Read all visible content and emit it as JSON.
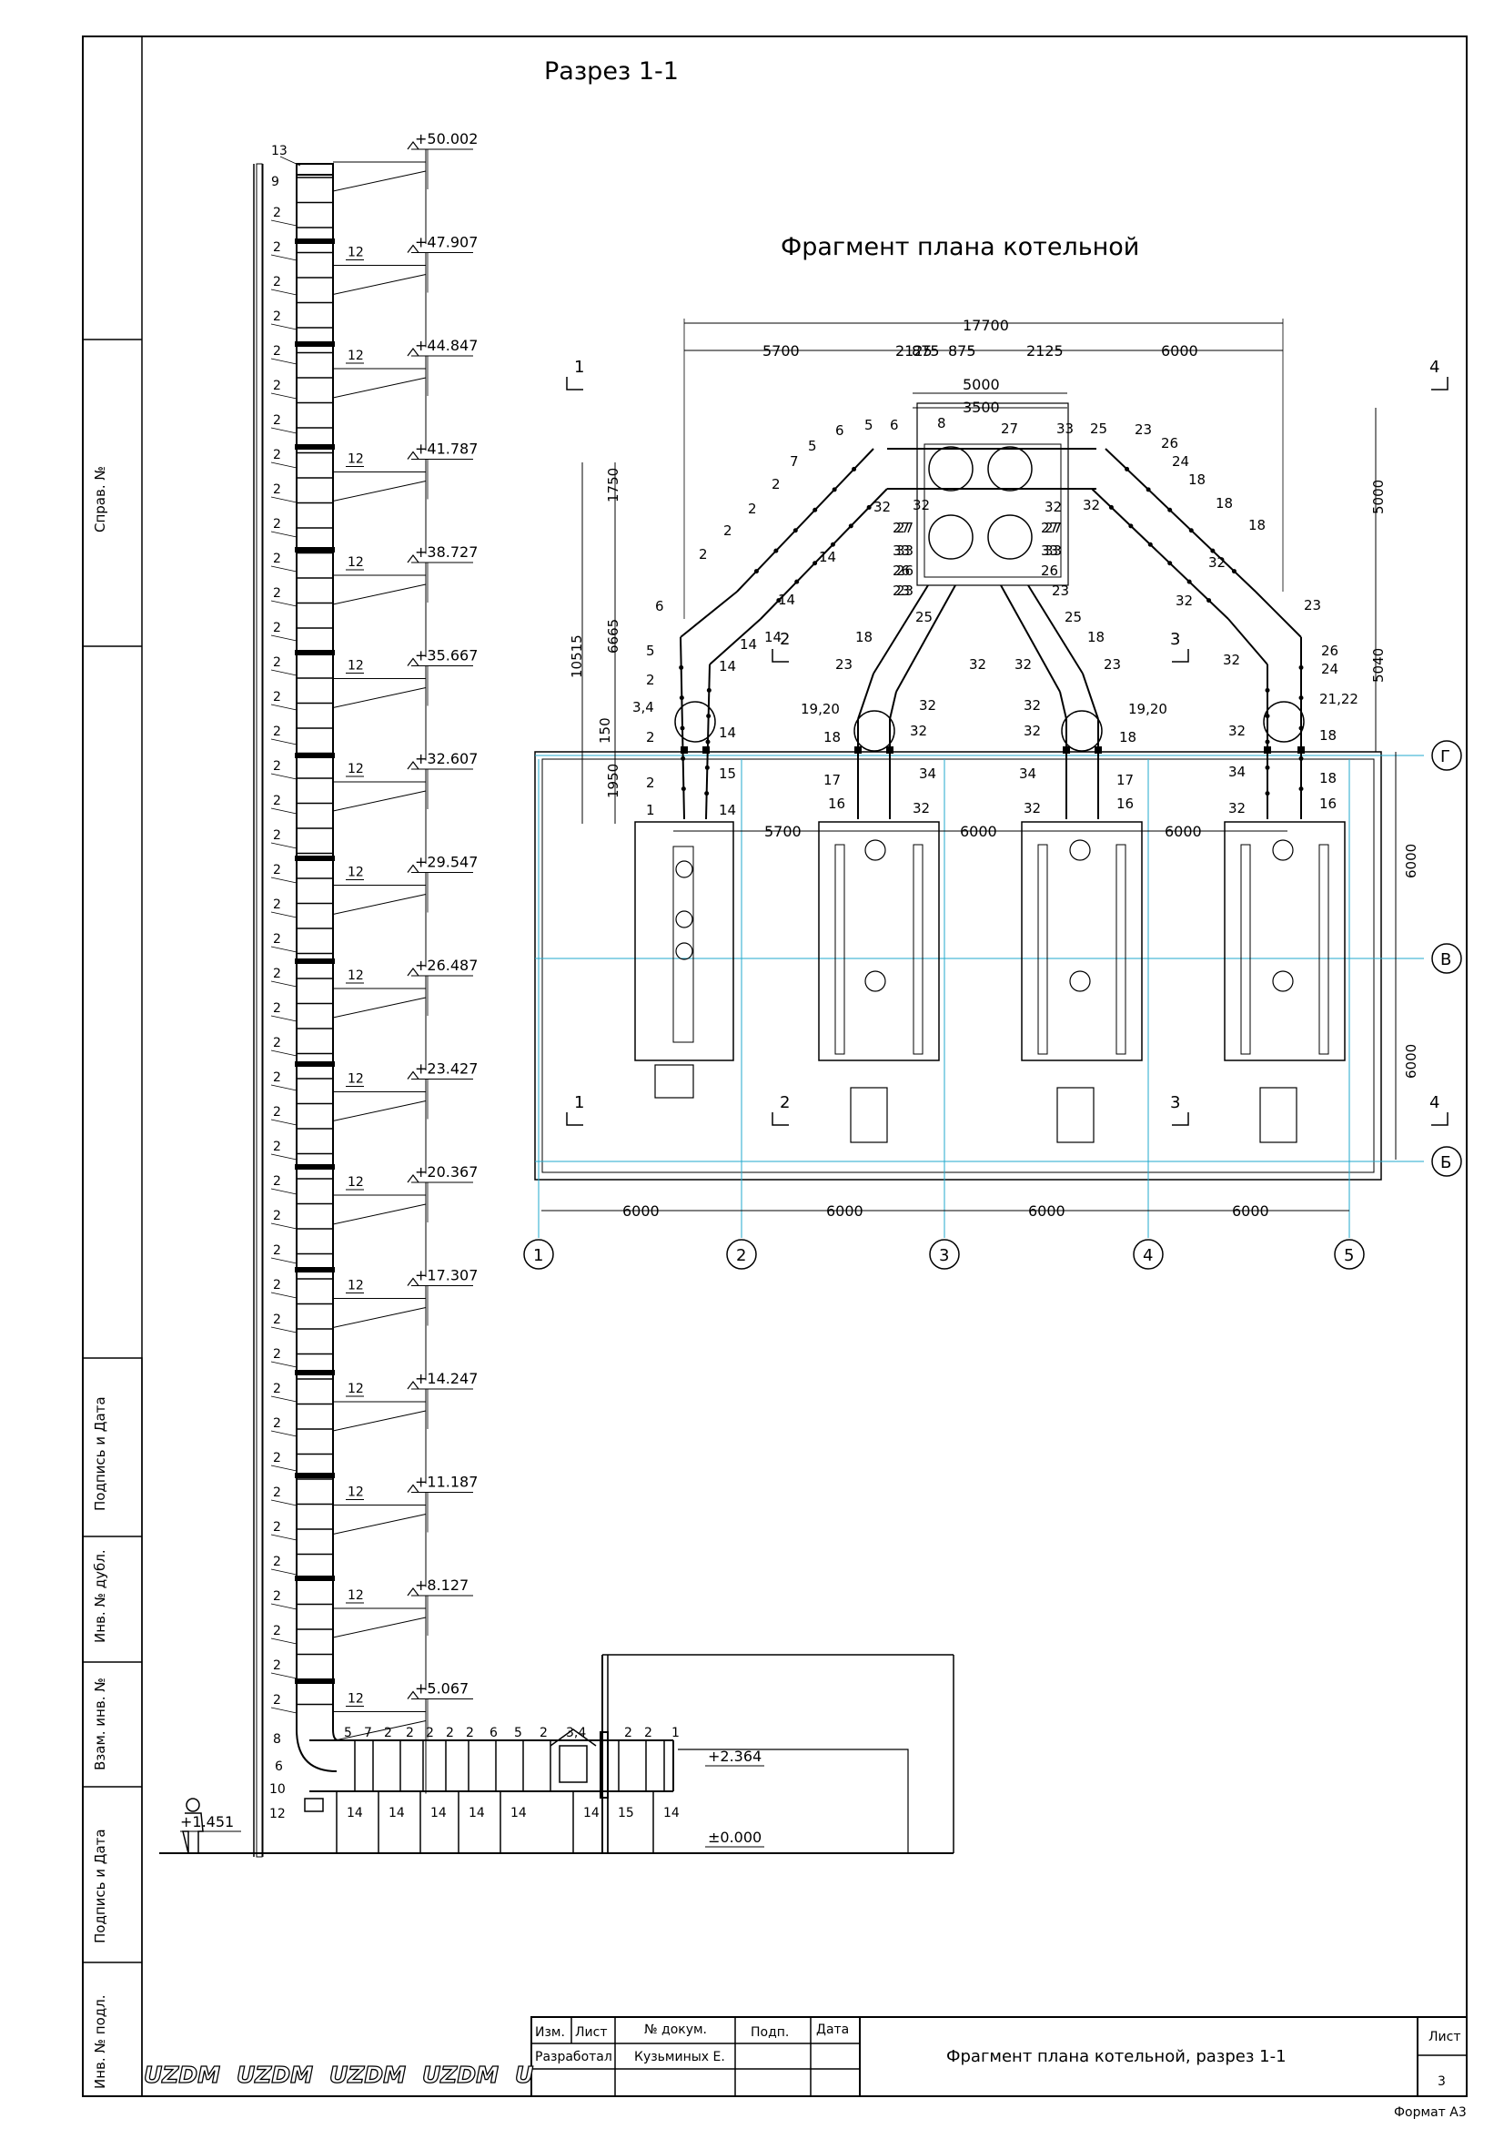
{
  "titles": {
    "section": "Разрез 1-1",
    "plan": "Фрагмент плана котельной"
  },
  "side_stamp": [
    "Справ. №",
    "Подпись и Дата",
    "Инв. № дубл.",
    "Взам. инв. №",
    "Подпись и Дата",
    "Инв. № подл."
  ],
  "stamp": {
    "headers": [
      "Изм.",
      "Лист",
      "№ докум.",
      "Подп.",
      "Дата"
    ],
    "role": "Разработал",
    "author": "Кузьминых Е.",
    "sheet_title": "Фрагмент плана котельной, разрез 1-1",
    "sheet_label": "Лист",
    "sheet_no": "3"
  },
  "watermark": [
    "UZDM",
    "UZDM",
    "UZDM",
    "UZDM",
    "U"
  ],
  "format": "Формат А3",
  "elevations": [
    "+50.002",
    "+47.907",
    "+44.847",
    "+41.787",
    "+38.727",
    "+35.667",
    "+32.607",
    "+29.547",
    "+26.487",
    "+23.427",
    "+20.367",
    "+17.307",
    "+14.247",
    "+11.187",
    "+8.127",
    "+5.067"
  ],
  "base_elevations": {
    "left": "+1.451",
    "duct": "+2.364",
    "zero": "±0.000"
  },
  "chimney_labels": {
    "top": "13",
    "cap": "9",
    "segment": "2",
    "bracket": "12",
    "elbow": "8",
    "side_a": "6",
    "side_b": "10",
    "base": "12"
  },
  "duct_labels": [
    "5",
    "7",
    "2",
    "2",
    "2",
    "2",
    "2",
    "6",
    "5",
    "2",
    "3,4",
    "2",
    "2",
    "1"
  ],
  "duct_support_labels": [
    "14",
    "14",
    "14",
    "14",
    "14",
    "14",
    "15",
    "14"
  ],
  "plan_dims": {
    "total": "17700",
    "top": [
      "5700",
      "2125",
      "875",
      "875",
      "2125",
      "6000"
    ],
    "inner": [
      "5000",
      "3500"
    ],
    "left": [
      "1750",
      "10515",
      "6665",
      "150",
      "1950"
    ],
    "right": [
      "5000",
      "5040"
    ],
    "row": [
      "5700",
      "6000",
      "6000"
    ],
    "grid": [
      "6000",
      "6000",
      "6000",
      "6000"
    ],
    "vertical": [
      "6000",
      "6000"
    ]
  },
  "axes": {
    "cols": [
      "1",
      "2",
      "3",
      "4",
      "5"
    ],
    "rows": [
      "Г",
      "В",
      "Б"
    ]
  },
  "section_marks": {
    "top": [
      "1",
      "4"
    ],
    "mid": [
      "2",
      "3"
    ],
    "bottom": [
      "1",
      "2",
      "3",
      "4"
    ]
  },
  "plan_labels": {
    "header_top": [
      "5",
      "6",
      "8",
      "27",
      "33",
      "25"
    ],
    "left_arm": [
      "6",
      "5",
      "7",
      "2",
      "2",
      "2",
      "2",
      "14",
      "14",
      "14",
      "14",
      "14"
    ],
    "left_stack": [
      "6",
      "5",
      "2",
      "3,4",
      "2",
      "2",
      "1",
      "14",
      "15",
      "14"
    ],
    "center_left": [
      "27",
      "33",
      "26",
      "23",
      "25",
      "18",
      "23",
      "32",
      "32",
      "19,20",
      "18",
      "17",
      "16",
      "32",
      "34",
      "32"
    ],
    "center_right": [
      "27",
      "33",
      "26",
      "23",
      "25",
      "18",
      "23",
      "32",
      "32",
      "19,20",
      "18",
      "17",
      "16",
      "32",
      "34",
      "32"
    ],
    "right_arm": [
      "23",
      "26",
      "24",
      "18",
      "18",
      "18",
      "32",
      "32",
      "32",
      "23",
      "26",
      "24",
      "21,22",
      "32",
      "18",
      "34",
      "18",
      "32",
      "16"
    ],
    "inner_left": [
      "32",
      "32",
      "27",
      "33",
      "26",
      "23"
    ],
    "inner_right": [
      "32",
      "32",
      "27",
      "33"
    ]
  }
}
